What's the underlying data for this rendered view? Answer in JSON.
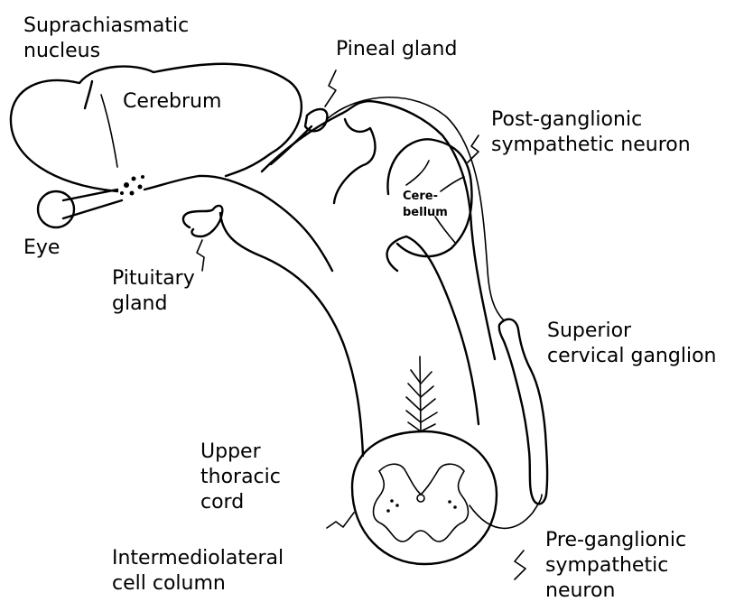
{
  "labels": {
    "scn_line1": "Suprachiasmatic",
    "scn_line2": "nucleus",
    "cerebrum": "Cerebrum",
    "pineal": "Pineal gland",
    "postgang_line1": "Post-ganglionic",
    "postgang_line2": "sympathetic neuron",
    "cerebellum_line1": "Cere-",
    "cerebellum_line2": "bellum",
    "eye": "Eye",
    "pituitary_line1": "Pituitary",
    "pituitary_line2": "gland",
    "scg_line1": "Superior",
    "scg_line2": "cervical ganglion",
    "cord_line1": "Upper",
    "cord_line2": "thoracic",
    "cord_line3": "cord",
    "iml_line1": "Intermediolateral",
    "iml_line2": "cell column",
    "pregang_line1": "Pre-ganglionic",
    "pregang_line2": "sympathetic",
    "pregang_line3": "neuron"
  }
}
